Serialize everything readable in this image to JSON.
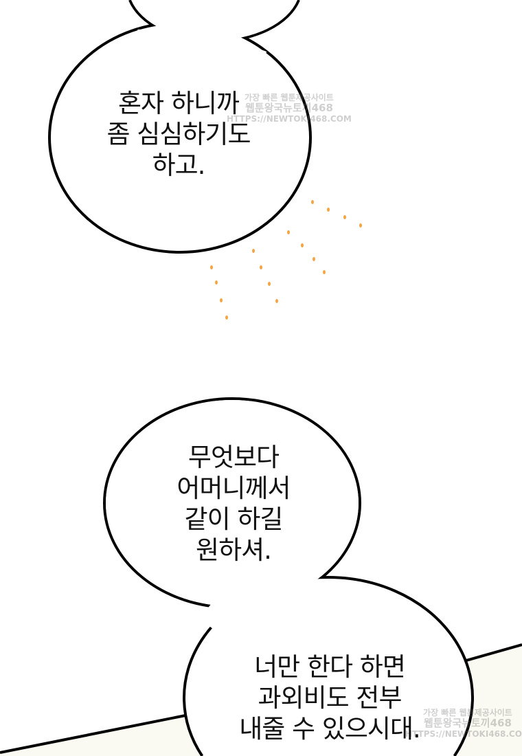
{
  "bubbles": [
    {
      "lines": [
        "혼자 하니까",
        "좀 심심하기도",
        "하고."
      ]
    },
    {
      "lines": [
        "무엇보다",
        "어머니께서",
        "같이 하길",
        "원하셔."
      ]
    },
    {
      "lines": [
        "너만 한다 하면",
        "과외비도 전부",
        "내줄 수 있으시대."
      ]
    }
  ],
  "watermark": {
    "line1": "가장 빠른 웹툰제공사이트",
    "line2": "웹툰왕국뉴토끼468",
    "line3": "HTTPS://NEWTOKI468.COM"
  },
  "colors": {
    "stroke": "#000000",
    "dots": "#f5a442",
    "panel": "#fbfaf2"
  }
}
